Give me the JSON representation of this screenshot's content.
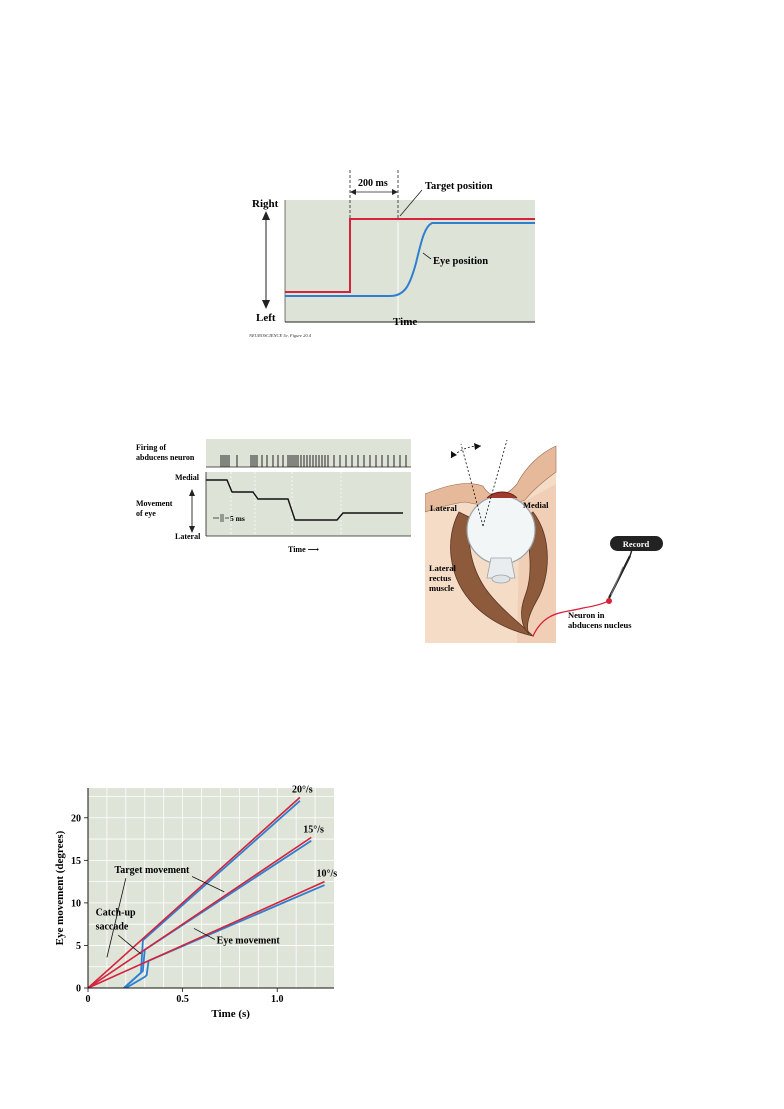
{
  "figure1": {
    "y_top_label": "Right",
    "y_bottom_label": "Left",
    "x_label": "Time",
    "interval_label": "200 ms",
    "target_label": "Target position",
    "eye_label": "Eye position",
    "credit": "NEUROSCIENCE 5e, Figure 20.4",
    "colors": {
      "target": "#d6223a",
      "eye": "#2f7fd1",
      "background": "#dde3d7"
    }
  },
  "figure2": {
    "firing_label_line1": "Firing of",
    "firing_label_line2": "abducens neuron",
    "movement_label_line1": "Movement",
    "movement_label_line2": "of eye",
    "medial_label": "Medial",
    "lateral_label": "Lateral",
    "scale_label": "5 ms",
    "time_label": "Time"
  },
  "figure3": {
    "lateral_label": "Lateral",
    "medial_label": "Medial",
    "muscle_label_line1": "Lateral",
    "muscle_label_line2": "rectus",
    "muscle_label_line3": "muscle",
    "record_label": "Record",
    "neuron_label_line1": "Neuron in",
    "neuron_label_line2": "abducens nucleus"
  },
  "chart_data": {
    "type": "line",
    "xlabel": "Time (s)",
    "ylabel": "Eye movement (degrees)",
    "xlim": [
      0,
      1.3
    ],
    "ylim": [
      0,
      23.5
    ],
    "xticks": [
      "0",
      "0.5",
      "1.0"
    ],
    "yticks": [
      "0",
      "5",
      "10",
      "15",
      "20"
    ],
    "grid": true,
    "annotations": {
      "target": "Target movement",
      "eye": "Eye movement",
      "catchup_line1": "Catch-up",
      "catchup_line2": "saccade"
    },
    "series": [
      {
        "name": "20°/s",
        "role": "target",
        "x": [
          0,
          1.12
        ],
        "y": [
          0,
          22.4
        ]
      },
      {
        "name": "15°/s",
        "role": "target",
        "x": [
          0,
          1.18
        ],
        "y": [
          0,
          17.7
        ]
      },
      {
        "name": "10°/s",
        "role": "target",
        "x": [
          0,
          1.25
        ],
        "y": [
          0,
          12.5
        ]
      }
    ],
    "eye_traces": [
      {
        "x": [
          0.19,
          0.27,
          0.28,
          0.29,
          1.12
        ],
        "y": [
          0,
          1.6,
          1.8,
          5.6,
          22.0
        ]
      },
      {
        "x": [
          0.19,
          0.28,
          0.29,
          0.3,
          1.18
        ],
        "y": [
          0,
          1.8,
          2.0,
          4.5,
          17.3
        ]
      },
      {
        "x": [
          0.2,
          0.3,
          0.31,
          0.32,
          1.25
        ],
        "y": [
          0,
          1.3,
          1.5,
          3.2,
          12.1
        ]
      }
    ],
    "colors": {
      "target": "#d6223a",
      "eye": "#2f7fd1",
      "background": "#dfe4d8",
      "grid": "#ffffff"
    }
  }
}
